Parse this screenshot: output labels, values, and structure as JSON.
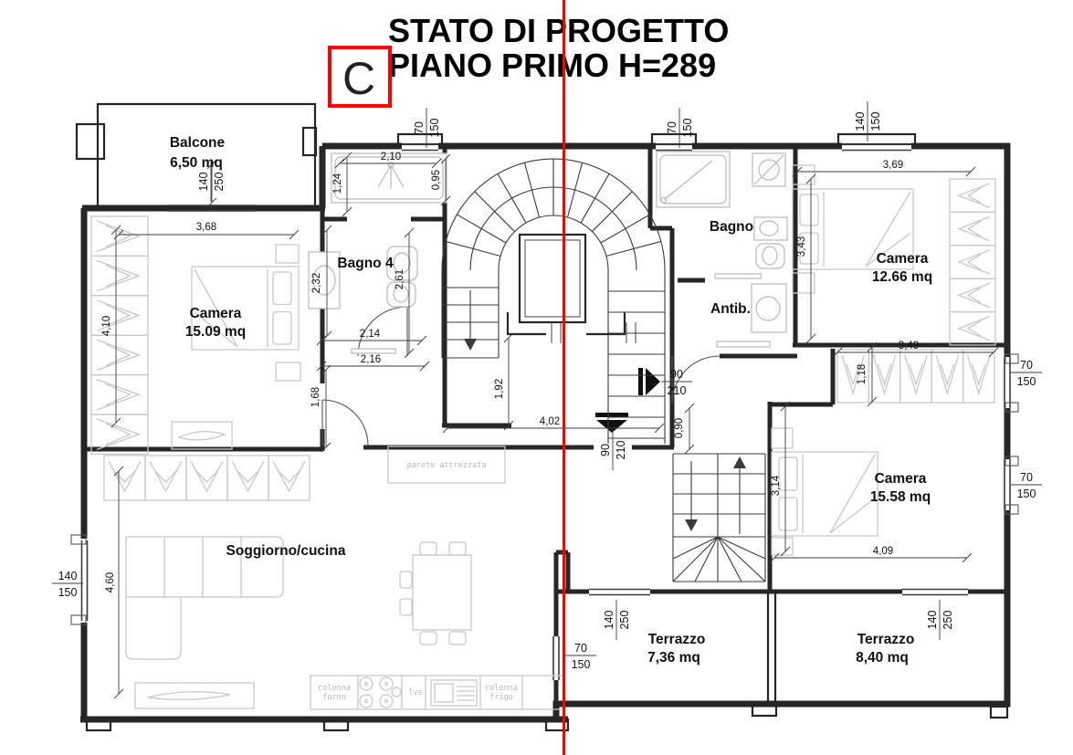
{
  "title": {
    "line1": "STATO DI PROGETTO",
    "line2": "PIANO PRIMO H=289"
  },
  "section_marker": {
    "label": "C"
  },
  "rooms": {
    "balcone": {
      "name": "Balcone",
      "area": "6,50 mq"
    },
    "camera_nw": {
      "name": "Camera",
      "area": "15.09 mq"
    },
    "bagno_w": {
      "name": "Bagno 4"
    },
    "bagno_e": {
      "name": "Bagno"
    },
    "antibagno": {
      "name": "Antib."
    },
    "camera_ne": {
      "name": "Camera",
      "area": "12.66 mq"
    },
    "camera_se": {
      "name": "Camera",
      "area": "15.58 mq"
    },
    "soggiorno": {
      "name": "Soggiorno/cucina"
    },
    "terrazzo_w": {
      "name": "Terrazzo",
      "area": "7,36 mq"
    },
    "terrazzo_e": {
      "name": "Terrazzo",
      "area": "8,40 mq"
    }
  },
  "annotations": {
    "wall_unit": "parete attrezzata",
    "kitchen_oven_l1": "colonna",
    "kitchen_oven_l2": "forno",
    "kitchen_dishwasher": "lvs",
    "kitchen_fridge_l1": "colonna",
    "kitchen_fridge_l2": "frigo"
  },
  "dims": {
    "camera_nw_width": "3,68",
    "camera_nw_height": "4,10",
    "shower_w_width": "2,10",
    "shower_w_depth": "1,24",
    "shower_w_side": "0,95",
    "bagno_w_left": "2,32",
    "bagno_w_inner": "2,61",
    "bagno_w_lower1": "2,14",
    "bagno_w_lower2": "2,16",
    "wall_stub": "1,68",
    "hall_depth": "1,92",
    "corridor_width": "4,02",
    "stair_width": "0,90",
    "camera_ne_width": "3,69",
    "bagno_e_height": "3,43",
    "wardrobe_width": "3,49",
    "wardrobe_depth": "1,18",
    "camera_se_height": "3,14",
    "camera_se_width": "4,09",
    "soggiorno_height": "4,60"
  },
  "openings": {
    "win_top_left": {
      "num": "70",
      "den": "150"
    },
    "win_top_mid": {
      "num": "70",
      "den": "150"
    },
    "win_top_right": {
      "num": "140",
      "den": "150"
    },
    "door_balcone": {
      "num": "140",
      "den": "250"
    },
    "win_left": {
      "num": "140",
      "den": "150"
    },
    "win_right_upper": {
      "num": "70",
      "den": "150"
    },
    "win_right_lower": {
      "num": "70",
      "den": "150"
    },
    "win_terrazzo_left": {
      "num": "70",
      "den": "150"
    },
    "door_terrazzo_w": {
      "num": "140",
      "den": "250"
    },
    "door_terrazzo_e": {
      "num": "140",
      "den": "250"
    },
    "door_entry": {
      "num": "90",
      "den": "210"
    },
    "door_landing": {
      "num": "90",
      "den": "210"
    }
  },
  "colors": {
    "section_red": "#ff0000",
    "wall": "#262626",
    "furniture": "#c8c8c8",
    "dim": "#3c3c3c",
    "text": "#111111",
    "annotation": "#b8b8b8"
  }
}
